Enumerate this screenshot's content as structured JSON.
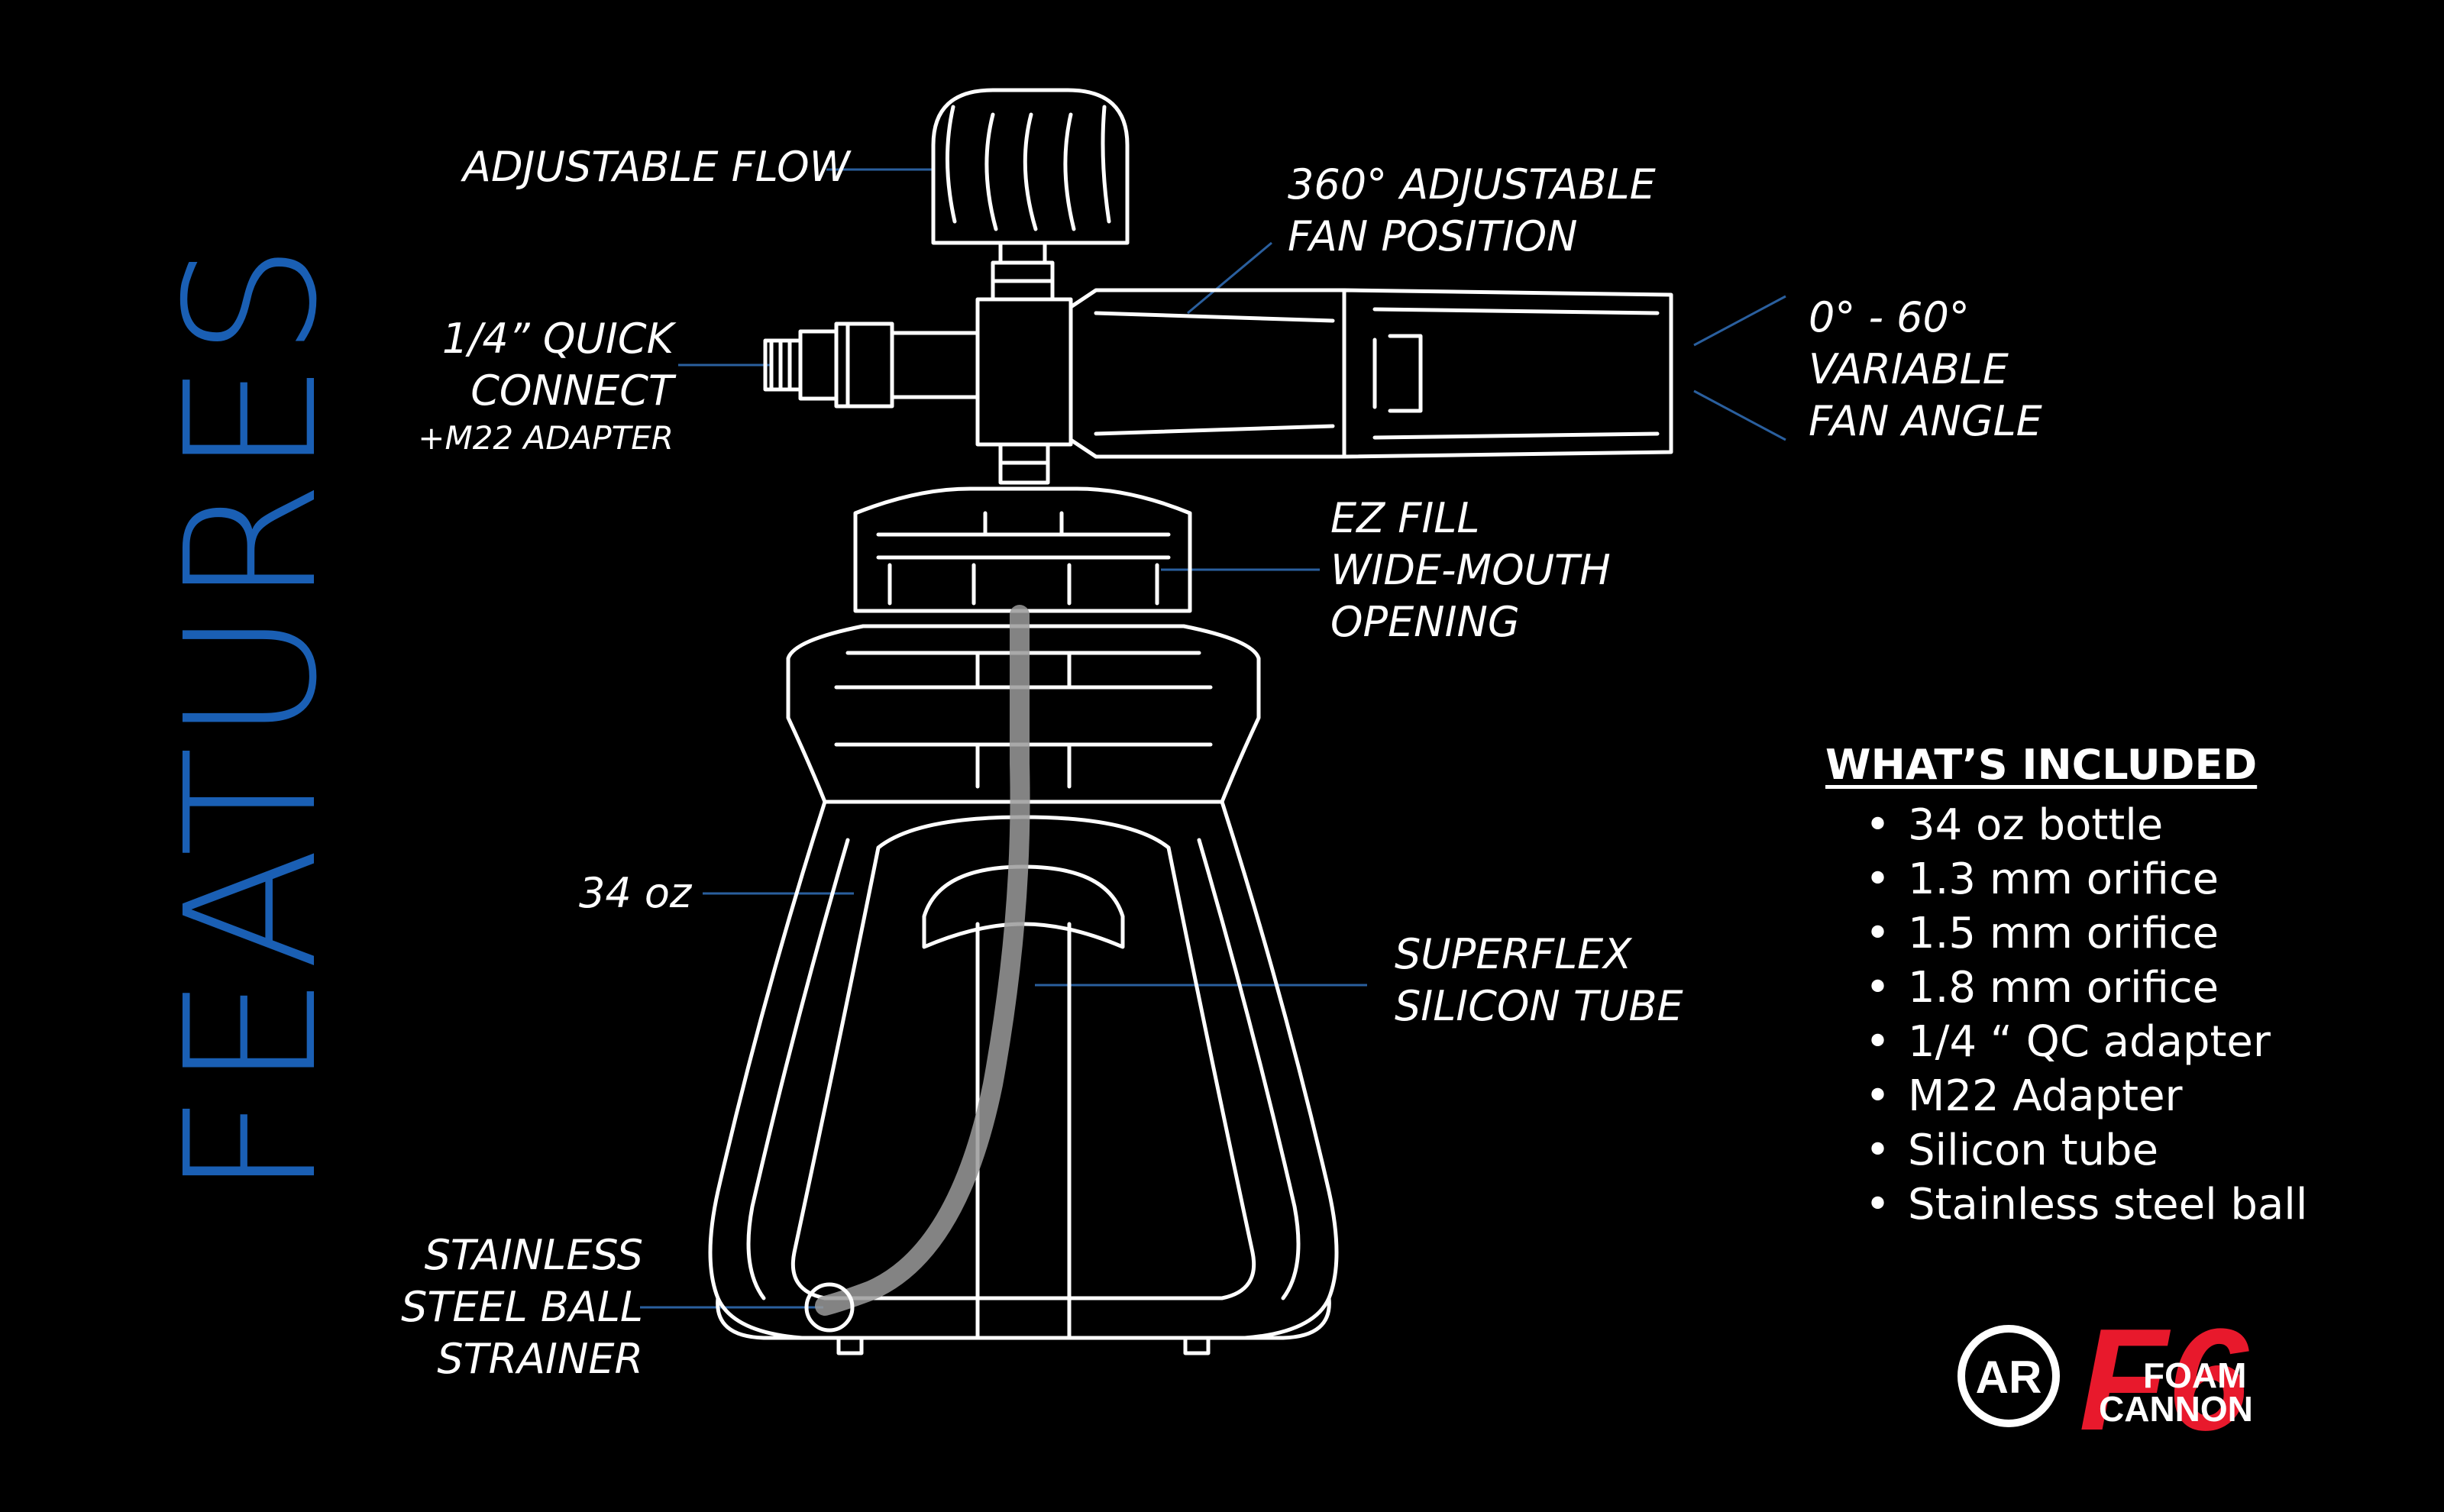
{
  "title": "FEATURES",
  "colors": {
    "background": "#000000",
    "title": "#1a5fb4",
    "leader_line": "#2a5f9e",
    "line_art": "#ffffff",
    "tube": "#9a9a9a",
    "logo_red": "#e8192c"
  },
  "callouts": {
    "adjustable_flow": "ADJUSTABLE FLOW",
    "fan_position": [
      "360° ADJUSTABLE",
      "FAN POSITION"
    ],
    "quick_connect": [
      "1/4” QUICK",
      "CONNECT"
    ],
    "adapter_note": "+M22 ADAPTER",
    "fan_angle": [
      "0° - 60°",
      "VARIABLE",
      "FAN ANGLE"
    ],
    "ez_fill": [
      "EZ FILL",
      "WIDE-MOUTH",
      "OPENING"
    ],
    "capacity": "34 oz",
    "tube": [
      "SUPERFLEX",
      "SILICON TUBE"
    ],
    "strainer": [
      "STAINLESS",
      "STEEL BALL",
      "STRAINER"
    ]
  },
  "included": {
    "title": "WHAT’S INCLUDED",
    "items": [
      "34 oz bottle",
      "1.3 mm orifice",
      "1.5 mm orifice",
      "1.8 mm orifice",
      "1/4 “ QC adapter",
      "M22 Adapter",
      "Silicon tube",
      "Stainless steel ball"
    ]
  },
  "logo": {
    "monogram": "AR",
    "model": "F6",
    "line1": "FOAM",
    "line2": "CANNON"
  }
}
